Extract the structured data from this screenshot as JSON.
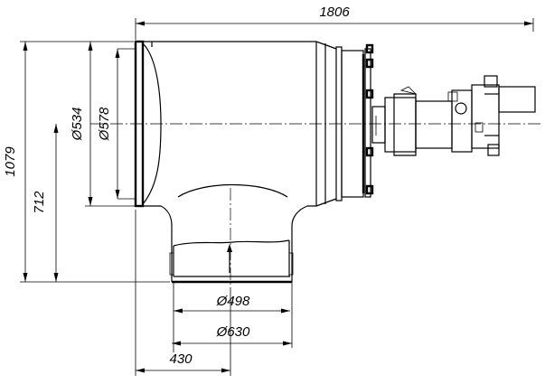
{
  "dimensions": {
    "overall_length": "1806",
    "overall_height": "1079",
    "outlet_height": "712",
    "inlet_inner_dia": "Ø534",
    "inlet_outer_dia": "Ø578",
    "outlet_inner_dia": "Ø498",
    "outlet_outer_dia": "Ø630",
    "outlet_offset": "430"
  }
}
